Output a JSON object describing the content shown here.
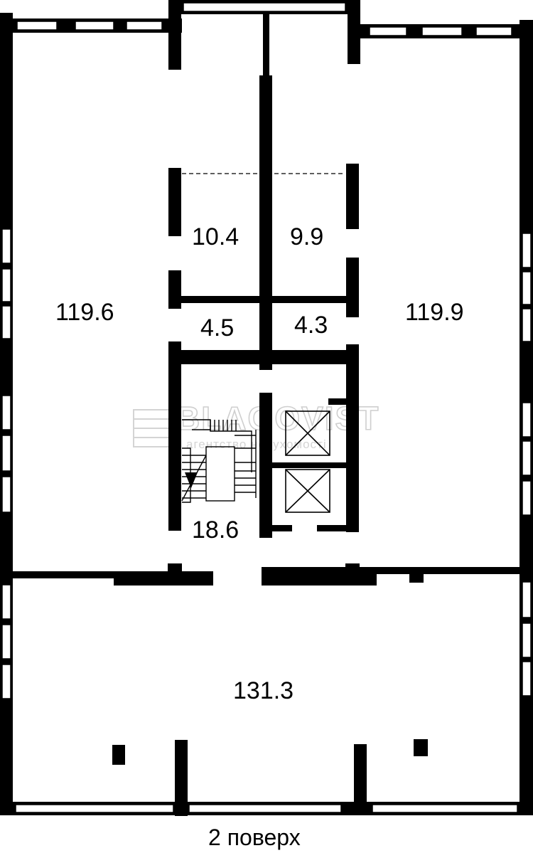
{
  "floor_plan": {
    "caption": "2 поверх",
    "rooms": [
      {
        "id": "room-west",
        "area": "119.6"
      },
      {
        "id": "room-east",
        "area": "119.9"
      },
      {
        "id": "room-office-left",
        "area": "10.4"
      },
      {
        "id": "room-office-right",
        "area": "9.9"
      },
      {
        "id": "room-wc-left",
        "area": "4.5"
      },
      {
        "id": "room-wc-right",
        "area": "4.3"
      },
      {
        "id": "room-stair-hall",
        "area": "18.6"
      },
      {
        "id": "room-south",
        "area": "131.3"
      }
    ],
    "watermark": {
      "brand": "BLAGOVIST",
      "tagline": "агентство нерухомості"
    }
  }
}
